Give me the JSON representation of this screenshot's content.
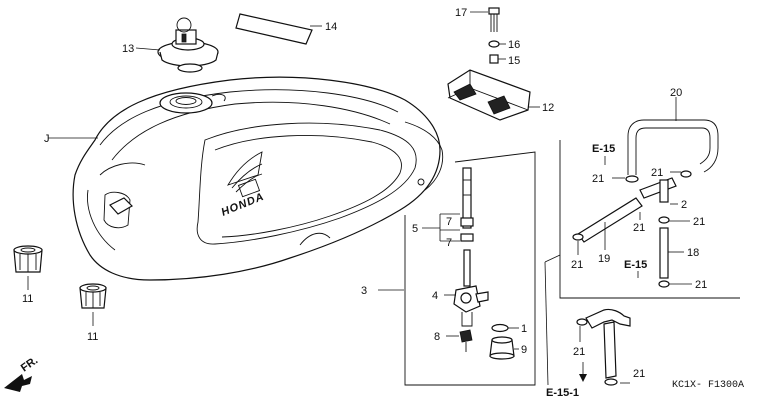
{
  "callouts": {
    "c1": "1",
    "c2": "2",
    "c3": "3",
    "c4": "4",
    "c5": "5",
    "c7a": "7",
    "c7b": "7",
    "c8": "8",
    "c9": "9",
    "c11a": "11",
    "c11b": "11",
    "c12": "12",
    "c13": "13",
    "c14": "14",
    "c15": "15",
    "c16": "16",
    "c17": "17",
    "c18": "18",
    "c19": "19",
    "c20": "20",
    "c21a": "21",
    "c21b": "21",
    "c21c": "21",
    "c21d": "21",
    "c21e": "21",
    "c21f": "21",
    "c21g": "21",
    "c21h": "21",
    "cJ": "J"
  },
  "references": {
    "e15_top": "E-15",
    "e15_mid": "E-15",
    "e15_1": "E-15-1"
  },
  "tank_logo": "HONDA",
  "front_marker": "FR.",
  "drawing_code": "KC1X- F1300A"
}
